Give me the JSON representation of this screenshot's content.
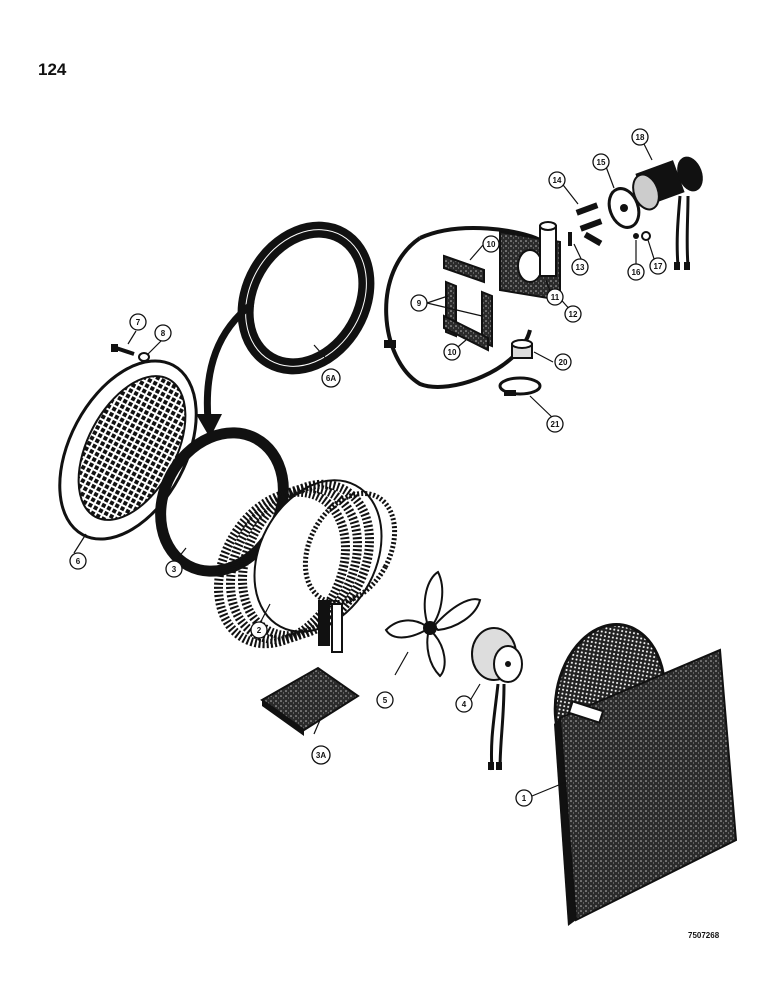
{
  "page_number": "124",
  "drawing_number": "7507268",
  "callouts": {
    "c1": "1",
    "c2": "2",
    "c3": "3",
    "c3a": "3A",
    "c4": "4",
    "c5": "5",
    "c6": "6",
    "c6a": "6A",
    "c7": "7",
    "c8": "8",
    "c9": "9",
    "c10a": "10",
    "c10b": "10",
    "c11": "11",
    "c12": "12",
    "c13": "13",
    "c14": "14",
    "c15": "15",
    "c16": "16",
    "c17": "17",
    "c18": "18",
    "c20": "20",
    "c21": "21"
  }
}
